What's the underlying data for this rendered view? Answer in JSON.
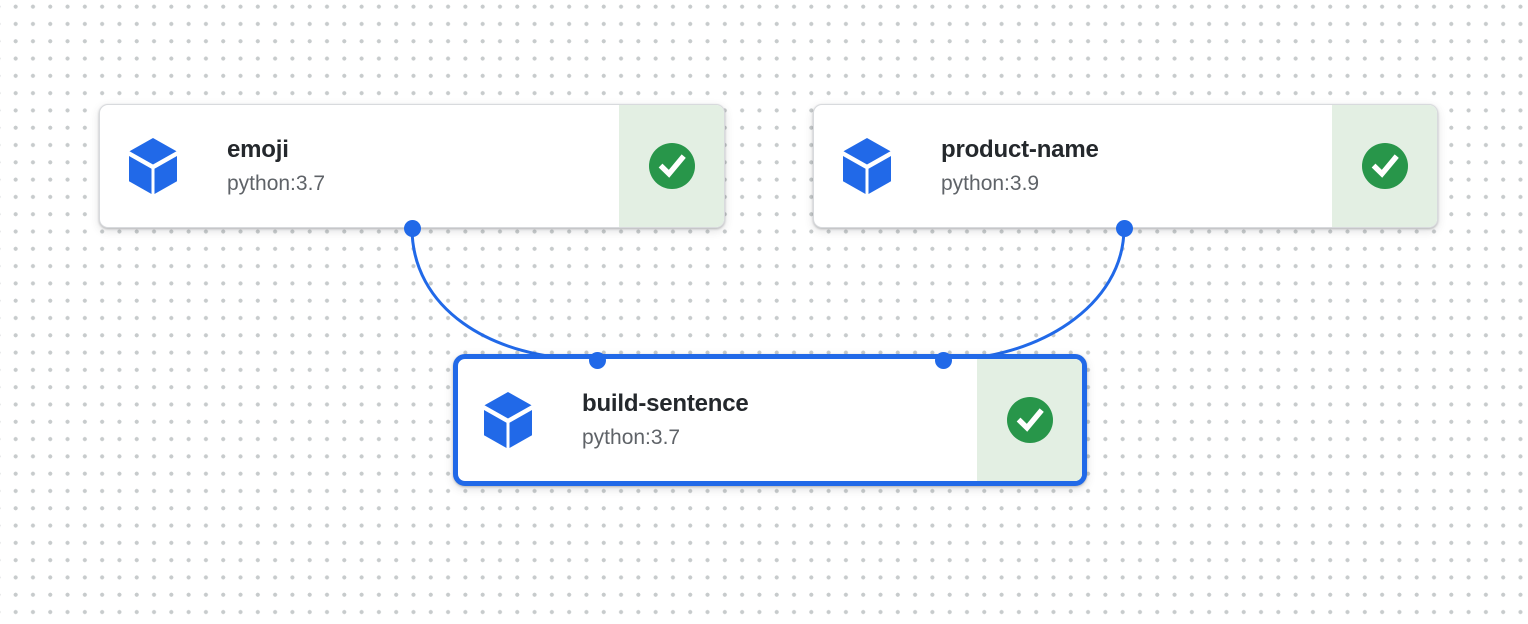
{
  "canvas": {
    "kind": "pipeline-dag-canvas",
    "grid": "dotted"
  },
  "colors": {
    "accent_blue": "#2169e8",
    "success_green": "#28964a",
    "success_bg": "#e3efe3",
    "node_border": "#d8dadd",
    "title_color": "#24282c",
    "subtitle_color": "#5f6368",
    "grid_dot": "#c7cbcc"
  },
  "nodes": [
    {
      "id": "emoji",
      "title": "emoji",
      "subtitle": "python:3.7",
      "status": "succeeded",
      "icon": "component-cube-icon",
      "status_icon": "success-check-icon",
      "selected": false
    },
    {
      "id": "product-name",
      "title": "product-name",
      "subtitle": "python:3.9",
      "status": "succeeded",
      "icon": "component-cube-icon",
      "status_icon": "success-check-icon",
      "selected": false
    },
    {
      "id": "build-sentence",
      "title": "build-sentence",
      "subtitle": "python:3.7",
      "status": "succeeded",
      "icon": "component-cube-icon",
      "status_icon": "success-check-icon",
      "selected": true
    }
  ],
  "edges": [
    {
      "from": "emoji",
      "to": "build-sentence"
    },
    {
      "from": "product-name",
      "to": "build-sentence"
    }
  ]
}
